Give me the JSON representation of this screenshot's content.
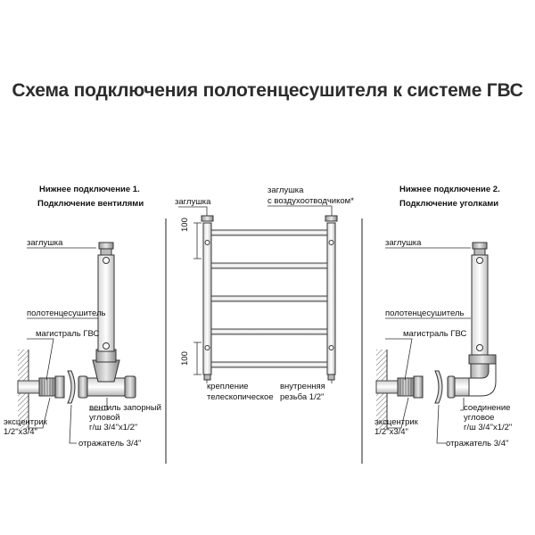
{
  "title": "Схема подключения полотенцесушителя к системе ГВС",
  "left": {
    "heading1": "Нижнее подключение 1.",
    "heading2": "Подключение вентилями",
    "cap": "заглушка",
    "dryer": "полотенцесушитель",
    "main": "магистраль ГВС",
    "eccentric1": "эксцентрик",
    "eccentric2": "1/2\"x3/4\"",
    "valve1": "вентиль запорный",
    "valve2": "угловой",
    "valve3": "г/ш 3/4\"x1/2\"",
    "reflector": "отражатель 3/4\""
  },
  "center": {
    "cap": "заглушка",
    "air_cap1": "заглушка",
    "air_cap2": "с воздухоотводчиком*",
    "dim_top": "100",
    "dim_bottom": "100",
    "mount1": "крепление",
    "mount2": "телескопическое",
    "thread1": "внутренняя",
    "thread2": "резьба 1/2\""
  },
  "right": {
    "heading1": "Нижнее подключение 2.",
    "heading2": "Подключение уголками",
    "cap": "заглушка",
    "dryer": "полотенцесушитель",
    "main": "магистраль ГВС",
    "eccentric1": "эксцентрик",
    "eccentric2": "1/2\"x3/4\"",
    "elbow1": "соединение",
    "elbow2": "угловое",
    "elbow3": "г/ш 3/4\"x1/2\"",
    "reflector": "отражатель 3/4\""
  }
}
